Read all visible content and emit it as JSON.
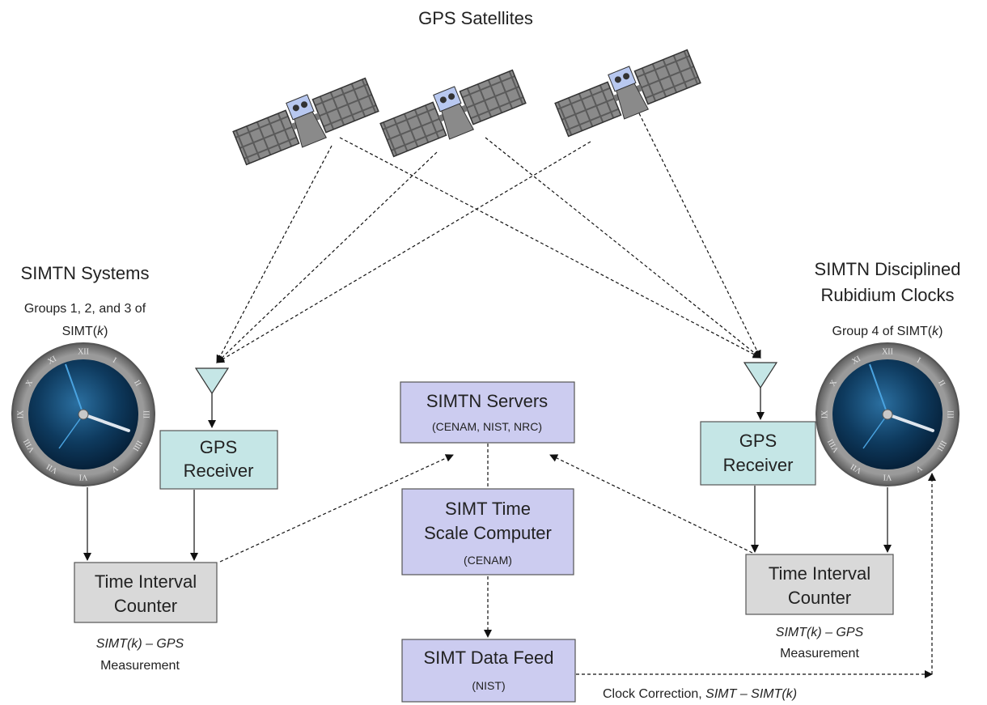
{
  "header": {
    "satellites_title": "GPS Satellites"
  },
  "left": {
    "title": "SIMTN Systems",
    "subtitle_line1": "Groups 1, 2, and 3 of",
    "subtitle_line2_prefix": "SIMT(",
    "subtitle_line2_var": "k",
    "subtitle_line2_suffix": ")",
    "gps_receiver_line1": "GPS",
    "gps_receiver_line2": "Receiver",
    "counter_line1": "Time Interval",
    "counter_line2": "Counter",
    "measurement_line1": "SIMT(k) – GPS",
    "measurement_line2": "Measurement"
  },
  "right": {
    "title_line1": "SIMTN Disciplined",
    "title_line2": "Rubidium Clocks",
    "subtitle_prefix": "Group 4 of SIMT(",
    "subtitle_var": "k",
    "subtitle_suffix": ")",
    "gps_receiver_line1": "GPS",
    "gps_receiver_line2": "Receiver",
    "counter_line1": "Time Interval",
    "counter_line2": "Counter",
    "measurement_line1": "SIMT(k) – GPS",
    "measurement_line2": "Measurement"
  },
  "center": {
    "servers_title": "SIMTN Servers",
    "servers_sub": "(CENAM, NIST, NRC)",
    "computer_line1": "SIMT Time",
    "computer_line2": "Scale Computer",
    "computer_sub": "(CENAM)",
    "feed_title": "SIMT Data Feed",
    "feed_sub": "(NIST)"
  },
  "footer": {
    "correction_prefix": "Clock Correction, ",
    "correction_formula": "SIMT – SIMT(k)"
  },
  "clock_numerals": [
    "XII",
    "I",
    "II",
    "III",
    "IIII",
    "V",
    "VI",
    "VII",
    "VIII",
    "IX",
    "X",
    "XI"
  ],
  "colors": {
    "receiver_fill": "#c5e6e6",
    "counter_fill": "#d9d9d9",
    "server_fill": "#ccccf0",
    "clock_face": "#0e3a5e",
    "clock_rim": "#8a8a8a"
  }
}
